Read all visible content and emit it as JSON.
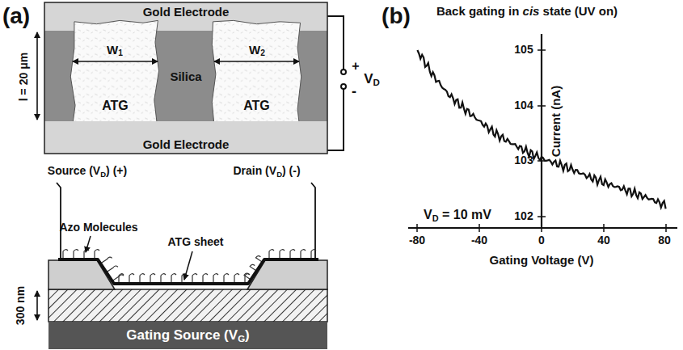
{
  "diagram": {
    "nodes": [
      {
        "text": [
          "Gold Electrode"
        ]
      },
      {
        "text": [
          "Silica"
        ]
      },
      {
        "text": [
          "ATG"
        ]
      },
      {
        "text": [
          "ATG"
        ]
      },
      {
        "text": [
          "Gold Electrode"
        ]
      },
      {
        "text": [
          "Gating Source (VG)"
        ]
      }
    ],
    "labels": [
      "(a)",
      "W1",
      "W2",
      "l = 20 μm",
      "+",
      "-",
      "VD",
      "Source (VD) (+)",
      "Drain (VD) (-)",
      "Azo Molecules",
      "ATG sheet",
      "300 nm",
      "(b)",
      "Back gating in cis state (UV on)",
      "105",
      "104",
      "103",
      "102",
      "Current (nA)",
      "VD = 10 mV",
      "-80",
      "-40",
      "0",
      "40",
      "80",
      "Gating Voltage (V)"
    ]
  }
}
